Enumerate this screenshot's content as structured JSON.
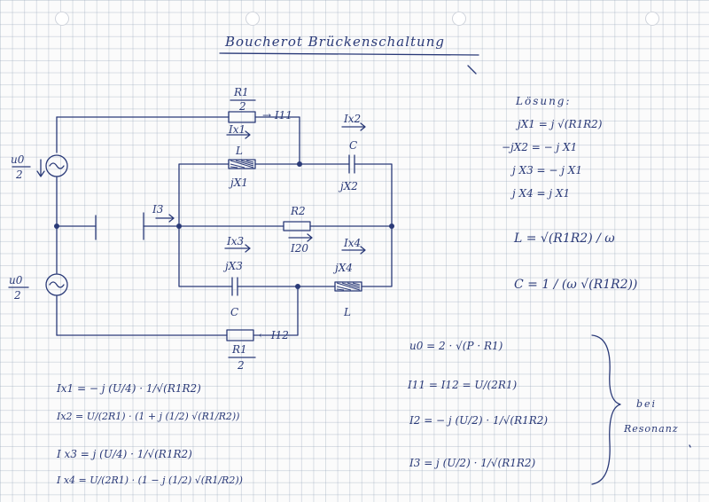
{
  "title": "Boucherot Brückenschaltung",
  "circuit": {
    "src_top_label": "u0",
    "src_top_den": "2",
    "src_bot_label": "u0",
    "src_bot_den": "2",
    "r1_top_num": "R1",
    "r1_top_den": "2",
    "i11": "→ I11",
    "ix1": "Ix1",
    "l_top": "L",
    "jx1": "jX1",
    "ix2": "Ix2",
    "c_top": "C",
    "jx2": "jX2",
    "i3": "I3",
    "r2": "R2",
    "i20": "I20",
    "ix3": "Ix3",
    "jx3": "jX3",
    "c_bot": "C",
    "ix4": "Ix4",
    "jx4": "jX4",
    "l_bot": "L",
    "i12": "← I12",
    "r1_bot_num": "R1",
    "r1_bot_den": "2"
  },
  "solution": {
    "heading": "Lösung:",
    "lines": [
      "jX1  =  j √(R1R2)",
      "−jX2  =  − j X1",
      "j X3  =  − j X1",
      "j X4  =  j X1"
    ],
    "L_eq": "L  =  √(R1R2) / ω",
    "C_eq": "C  =  1 / (ω √(R1R2))"
  },
  "left_equations": [
    "Ix1  =  − j (U/4) · 1/√(R1R2)",
    "Ix2  =  U/(2R1) · (1 + j (1/2) √(R1/R2))",
    "I x3  =  j (U/4) · 1/√(R1R2)",
    "I x4  =  U/(2R1) · (1 − j (1/2) √(R1/R2))"
  ],
  "right_equations": [
    "u0  =  2 · √(P · R1)",
    "I11  =  I12  =  U/(2R1)",
    "I2  =  − j (U/2) · 1/√(R1R2)",
    "I3  =  j (U/2) · 1/√(R1R2)"
  ],
  "resonance_note": {
    "line1": "bei",
    "line2": "Resonanz"
  }
}
